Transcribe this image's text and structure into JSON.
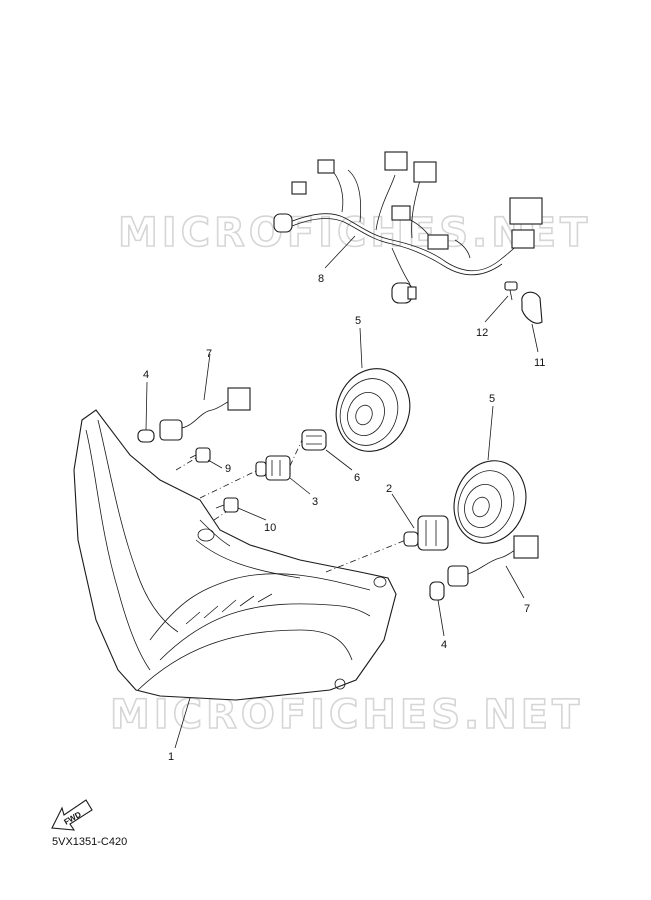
{
  "diagram": {
    "watermark_text": "MICROFICHES.NET",
    "fwd_label": "FWD",
    "diagram_code": "5VX1351-C420",
    "callouts": [
      "1",
      "2",
      "3",
      "4",
      "4",
      "5",
      "5",
      "6",
      "7",
      "7",
      "8",
      "9",
      "10",
      "11",
      "12"
    ]
  }
}
